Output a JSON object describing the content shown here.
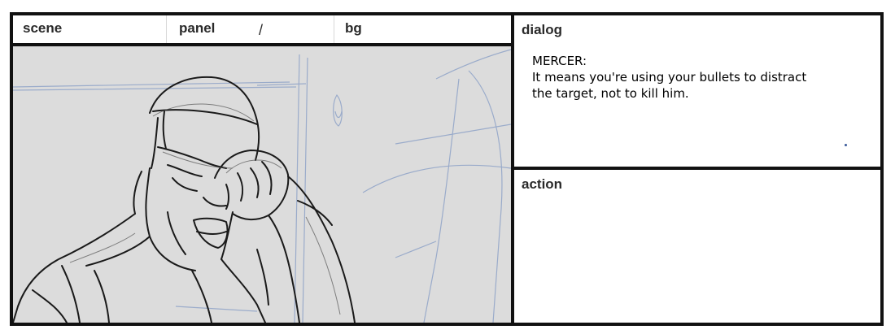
{
  "header": {
    "scene_label": "scene",
    "panel_label": "panel",
    "panel_separator": "/",
    "bg_label": "bg"
  },
  "artwork": {
    "icon": "storyboard-sketch-man-rubbing-eye",
    "background_color": "#dcdcdc",
    "line_color": "#1a1a1a",
    "guide_color": "#8fa3c8"
  },
  "dialog": {
    "label": "dialog",
    "speaker": "MERCER:",
    "lines": [
      "It means you're using your bullets to distract",
      "the target, not to kill him."
    ]
  },
  "action": {
    "label": "action"
  }
}
